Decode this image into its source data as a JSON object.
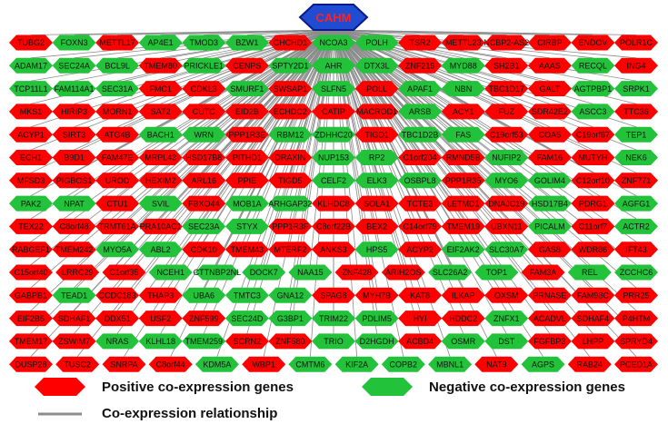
{
  "hub": {
    "label": "CAHM",
    "fill": "#1f4cd1",
    "border": "#0b1a8a",
    "text_color": "#ff2222"
  },
  "colors": {
    "positive": "#ff0000",
    "negative": "#22c33a",
    "edge": "#8c8c8c"
  },
  "genes": [
    [
      [
        "TUBG2",
        "p"
      ],
      [
        "FOXN3",
        "n"
      ],
      [
        "METTL17",
        "p"
      ],
      [
        "AP4E1",
        "n"
      ],
      [
        "TMOD3",
        "n"
      ],
      [
        "BZW1",
        "n"
      ],
      [
        "CHCHD1",
        "p"
      ],
      [
        "NCOA3",
        "n"
      ],
      [
        "POLH",
        "n"
      ],
      [
        "TSR2",
        "p"
      ],
      [
        "METTL23",
        "p"
      ],
      [
        "NCBP2-AS2",
        "p"
      ],
      [
        "CIRBP",
        "p"
      ],
      [
        "ENDOV",
        "p"
      ],
      [
        "POLR1C",
        "p"
      ]
    ],
    [
      [
        "ADAM17",
        "n"
      ],
      [
        "SEC24A",
        "n"
      ],
      [
        "BCL9L",
        "n"
      ],
      [
        "TMEM80",
        "p"
      ],
      [
        "PRICKLE1",
        "n"
      ],
      [
        "CENPS",
        "p"
      ],
      [
        "SPTY2D1",
        "n"
      ],
      [
        "AHR",
        "n"
      ],
      [
        "DTX3L",
        "n"
      ],
      [
        "ZNF219",
        "p"
      ],
      [
        "MYD88",
        "n"
      ],
      [
        "SH2B1",
        "p"
      ],
      [
        "AAAS",
        "p"
      ],
      [
        "RECQL",
        "n"
      ],
      [
        "ING4",
        "p"
      ]
    ],
    [
      [
        "TCP11L1",
        "n"
      ],
      [
        "FAM114A1",
        "n"
      ],
      [
        "SEC31A",
        "n"
      ],
      [
        "FMC1",
        "p"
      ],
      [
        "CDKL3",
        "p"
      ],
      [
        "SMURF1",
        "n"
      ],
      [
        "SWSAP1",
        "p"
      ],
      [
        "SLFN5",
        "n"
      ],
      [
        "POLL",
        "p"
      ],
      [
        "APAF1",
        "n"
      ],
      [
        "NBN",
        "n"
      ],
      [
        "TBC1D17",
        "p"
      ],
      [
        "GALT",
        "p"
      ],
      [
        "AGTPBP1",
        "n"
      ],
      [
        "SRPK1",
        "n"
      ]
    ],
    [
      [
        "MKS1",
        "p"
      ],
      [
        "HIRIP3",
        "p"
      ],
      [
        "MORN1",
        "p"
      ],
      [
        "SAT2",
        "p"
      ],
      [
        "CUTC",
        "p"
      ],
      [
        "EID2B",
        "p"
      ],
      [
        "ECHDC2",
        "p"
      ],
      [
        "CATIP",
        "p"
      ],
      [
        "MACROD1",
        "p"
      ],
      [
        "ARSB",
        "n"
      ],
      [
        "ACY1",
        "p"
      ],
      [
        "FUZ",
        "p"
      ],
      [
        "SDR42E2",
        "p"
      ],
      [
        "ASCC3",
        "n"
      ],
      [
        "TTC36",
        "p"
      ]
    ],
    [
      [
        "ACYP1",
        "p"
      ],
      [
        "SIRT3",
        "p"
      ],
      [
        "ATG4B",
        "p"
      ],
      [
        "BACH1",
        "n"
      ],
      [
        "WRN",
        "n"
      ],
      [
        "PPP1R3E",
        "p"
      ],
      [
        "RBM12",
        "n"
      ],
      [
        "ZDHHC20",
        "n"
      ],
      [
        "TIGD1",
        "p"
      ],
      [
        "TBC1D2B",
        "n"
      ],
      [
        "FAS",
        "n"
      ],
      [
        "C19orf53",
        "p"
      ],
      [
        "COA5",
        "p"
      ],
      [
        "C19orf67",
        "p"
      ],
      [
        "TEP1",
        "n"
      ]
    ],
    [
      [
        "ECH1",
        "p"
      ],
      [
        "B9D1",
        "p"
      ],
      [
        "FAM47E",
        "p"
      ],
      [
        "MRPL43",
        "p"
      ],
      [
        "HSD17B8",
        "p"
      ],
      [
        "PITHD1",
        "p"
      ],
      [
        "DRAXIN",
        "p"
      ],
      [
        "NUP153",
        "n"
      ],
      [
        "RP2",
        "n"
      ],
      [
        "C1orf204",
        "p"
      ],
      [
        "RMND5B",
        "p"
      ],
      [
        "NUFIP2",
        "n"
      ],
      [
        "FAM16",
        "p"
      ],
      [
        "MUTYH",
        "p"
      ],
      [
        "NEK6",
        "n"
      ]
    ],
    [
      [
        "MFSD3",
        "p"
      ],
      [
        "PIGBOS1",
        "p"
      ],
      [
        "UROD",
        "p"
      ],
      [
        "HEXIM2",
        "p"
      ],
      [
        "ARL16",
        "p"
      ],
      [
        "PPIE",
        "p"
      ],
      [
        "TIGD5",
        "p"
      ],
      [
        "CELF2",
        "n"
      ],
      [
        "ELK3",
        "n"
      ],
      [
        "OSBPL8",
        "n"
      ],
      [
        "PPP1R35",
        "p"
      ],
      [
        "MYO6",
        "n"
      ],
      [
        "GOLIM4",
        "n"
      ],
      [
        "C12orf10",
        "p"
      ],
      [
        "ZNF771",
        "p"
      ]
    ],
    [
      [
        "PAK2",
        "n"
      ],
      [
        "NPAT",
        "n"
      ],
      [
        "CTU1",
        "p"
      ],
      [
        "SVIL",
        "n"
      ],
      [
        "FBXO44",
        "p"
      ],
      [
        "MOB1A",
        "n"
      ],
      [
        "ARHGAP32",
        "n"
      ],
      [
        "KLHDC8",
        "p"
      ],
      [
        "SOLA1",
        "p"
      ],
      [
        "TCTE3",
        "p"
      ],
      [
        "LETMD1",
        "p"
      ],
      [
        "DNAJC19",
        "p"
      ],
      [
        "HSD17B4",
        "n"
      ],
      [
        "PDRG1",
        "p"
      ],
      [
        "AGFG1",
        "n"
      ]
    ],
    [
      [
        "TEX22",
        "p"
      ],
      [
        "C8orf48",
        "p"
      ],
      [
        "TRMT61A",
        "p"
      ],
      [
        "PRA10AC1",
        "p"
      ],
      [
        "SEC23A",
        "n"
      ],
      [
        "STYX",
        "n"
      ],
      [
        "PPP1R3F",
        "p"
      ],
      [
        "C8orf22B",
        "p"
      ],
      [
        "BEX2",
        "p"
      ],
      [
        "C14orf79",
        "p"
      ],
      [
        "TMEM19",
        "p"
      ],
      [
        "UBXN11",
        "p"
      ],
      [
        "PICALM",
        "n"
      ],
      [
        "C11orf7",
        "p"
      ],
      [
        "ACTR2",
        "n"
      ]
    ],
    [
      [
        "RABGEF1",
        "p"
      ],
      [
        "TMEM242",
        "p"
      ],
      [
        "MYO5A",
        "n"
      ],
      [
        "ABL2",
        "n"
      ],
      [
        "CDK10",
        "p"
      ],
      [
        "TMEM43",
        "p"
      ],
      [
        "MTERF2",
        "p"
      ],
      [
        "ANKS3",
        "p"
      ],
      [
        "HPS5",
        "n"
      ],
      [
        "ACYP2",
        "p"
      ],
      [
        "EIF2AK2",
        "n"
      ],
      [
        "SLC30A7",
        "n"
      ],
      [
        "GAS8",
        "p"
      ],
      [
        "WDR86",
        "p"
      ],
      [
        "IFT43",
        "p"
      ]
    ],
    [
      [
        "C15orf40",
        "p"
      ],
      [
        "LRRC29",
        "p"
      ],
      [
        "C1orf35",
        "p"
      ],
      [
        "NCEH1",
        "n"
      ],
      [
        "CTTNBP2NL",
        "n"
      ],
      [
        "DOCK7",
        "n"
      ],
      [
        "NAA15",
        "n"
      ],
      [
        "ZNF428",
        "p"
      ],
      [
        "ARIH2OS",
        "p"
      ],
      [
        "SLC26A2",
        "n"
      ],
      [
        "TOP1",
        "n"
      ],
      [
        "FAM3A",
        "p"
      ],
      [
        "REL",
        "n"
      ],
      [
        "ZCCHC6",
        "n"
      ]
    ],
    [
      [
        "GABPB1",
        "p"
      ],
      [
        "TEAD1",
        "n"
      ],
      [
        "CCDC183",
        "p"
      ],
      [
        "THAP3",
        "p"
      ],
      [
        "UBA6",
        "n"
      ],
      [
        "TMTC3",
        "n"
      ],
      [
        "GNA12",
        "n"
      ],
      [
        "SPAG8",
        "p"
      ],
      [
        "MYH7B",
        "p"
      ],
      [
        "KAT8",
        "p"
      ],
      [
        "ILKAP",
        "p"
      ],
      [
        "OXSM",
        "p"
      ],
      [
        "PRNASE",
        "p"
      ],
      [
        "FAM98C",
        "p"
      ],
      [
        "PRR25",
        "p"
      ]
    ],
    [
      [
        "EIF2B5",
        "p"
      ],
      [
        "SDHAF1",
        "p"
      ],
      [
        "DDX51",
        "p"
      ],
      [
        "USF2",
        "p"
      ],
      [
        "ZNF599",
        "p"
      ],
      [
        "SEC24D",
        "n"
      ],
      [
        "G3BP1",
        "n"
      ],
      [
        "TRIM22",
        "n"
      ],
      [
        "PDLIM5",
        "n"
      ],
      [
        "HYI",
        "p"
      ],
      [
        "HDDC2",
        "p"
      ],
      [
        "ZNFX1",
        "n"
      ],
      [
        "ACADVL",
        "p"
      ],
      [
        "SDHAF4",
        "p"
      ],
      [
        "P4HTM",
        "p"
      ]
    ],
    [
      [
        "TMEM17",
        "p"
      ],
      [
        "ZSWIM7",
        "p"
      ],
      [
        "NRAS",
        "n"
      ],
      [
        "KLHL18",
        "n"
      ],
      [
        "TMEM259",
        "n"
      ],
      [
        "SCRN2",
        "p"
      ],
      [
        "ZNF580",
        "p"
      ],
      [
        "TRIO",
        "n"
      ],
      [
        "D2HGDH",
        "n"
      ],
      [
        "ACBD4",
        "p"
      ],
      [
        "OSMR",
        "n"
      ],
      [
        "DST",
        "n"
      ],
      [
        "FGFBP3",
        "p"
      ],
      [
        "LHPP",
        "p"
      ],
      [
        "SPRYD4",
        "p"
      ]
    ],
    [
      [
        "DUSP28",
        "p"
      ],
      [
        "TUSC2",
        "p"
      ],
      [
        "SNRPA",
        "p"
      ],
      [
        "C8orf44",
        "p"
      ],
      [
        "KDM5A",
        "n"
      ],
      [
        "WBP1",
        "p"
      ],
      [
        "CMTM6",
        "n"
      ],
      [
        "KIF2A",
        "n"
      ],
      [
        "COPB2",
        "n"
      ],
      [
        "MBNL1",
        "n"
      ],
      [
        "NAT9",
        "p"
      ],
      [
        "AGPS",
        "n"
      ],
      [
        "RAB24",
        "p"
      ],
      [
        "PCED1A",
        "p"
      ]
    ]
  ],
  "legend": {
    "positive_label": "Positive co-expression genes",
    "negative_label": "Negative co-expression genes",
    "edge_label": "Co-expression relationship"
  }
}
